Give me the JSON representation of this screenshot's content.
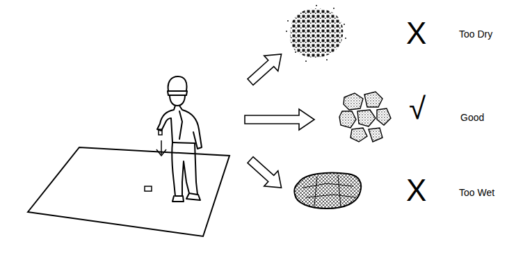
{
  "diagram": {
    "labels": [
      "X",
      "Too Dry",
      "√",
      "Good",
      "X",
      "Too Wet"
    ]
  }
}
